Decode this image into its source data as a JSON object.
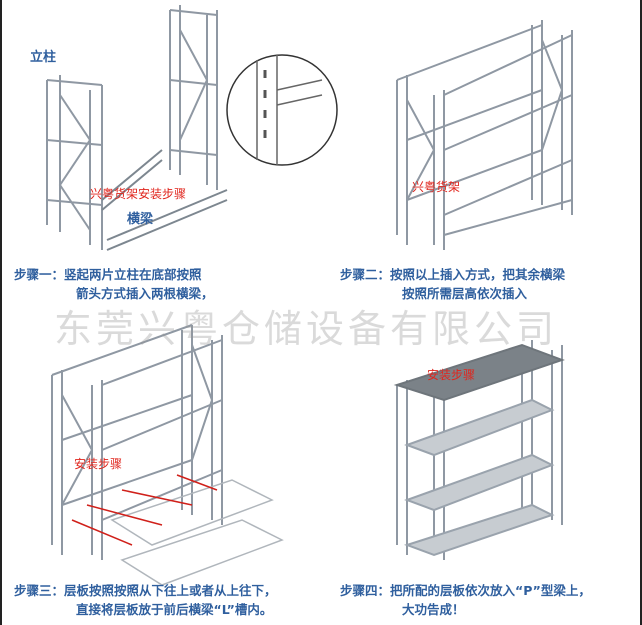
{
  "labels": {
    "upright": "立柱",
    "beam": "横梁"
  },
  "red_labels": {
    "q1": "兴粤货架安装步骤",
    "q2": "兴粤货架",
    "q3": "安装步骤",
    "q4": "安装步骤"
  },
  "watermark": "东莞兴粤仓储设备有限公司",
  "steps": [
    {
      "prefix": "步骤一：",
      "line1": "竖起两片立柱在底部按照",
      "line2": "箭头方式插入两根横梁，"
    },
    {
      "prefix": "步骤二：",
      "line1": "按照以上插入方式，把其余横梁",
      "line2": "按照所需层高依次插入"
    },
    {
      "prefix": "步骤三：",
      "line1": "层板按照按照从下往上或者从上往下，",
      "line2": "直接将层板放于前后横梁“L”槽内。"
    },
    {
      "prefix": "步骤四：",
      "line1": "把所配的层板依次放入“P”型梁上，",
      "line2": "大功告成！"
    }
  ],
  "colors": {
    "text": "#2f5f9e",
    "red": "#e0261e",
    "frame": "#9aa3ad"
  }
}
